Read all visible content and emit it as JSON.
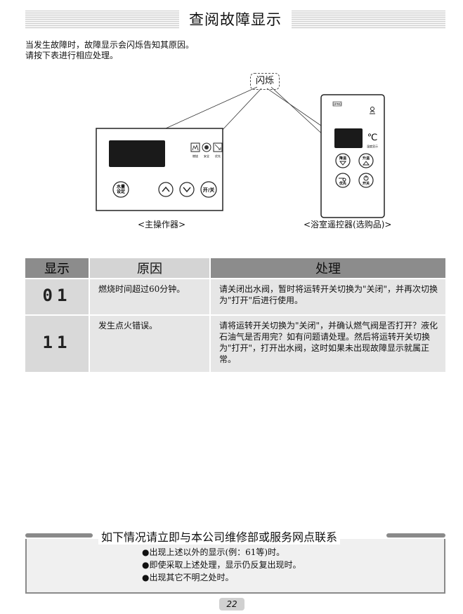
{
  "header": {
    "title": "查阅故障显示"
  },
  "intro": {
    "line1": "当发生故障时，故障显示会闪烁告知其原因。",
    "line2": "请按下表进行相应处理。"
  },
  "diagram": {
    "flash_label": "闪烁",
    "main_caption": "<主操作器>",
    "remote_caption": "<浴室遥控器(选购品)>",
    "main_panel": {
      "water_button": "水量\n设定",
      "power_button": "开/关",
      "indicators": [
        "燃烧",
        "安全",
        "优先"
      ]
    },
    "remote": {
      "top_tag": "OPMO",
      "unit": "℃",
      "small_label": "温度显示",
      "lower_button": "降温",
      "raise_button": "升温",
      "priority_button": "优先",
      "power_button": "开关"
    }
  },
  "table": {
    "headers": [
      "显示",
      "原因",
      "处理"
    ],
    "rows": [
      {
        "code": "01",
        "reason": "燃烧时间超过60分钟。",
        "action": "请关闭出水阀，暂时将运转开关切换为\"关闭\"，并再次切换为\"打开\"后进行使用。"
      },
      {
        "code": "11",
        "reason": "发生点火错误。",
        "action": "请将运转开关切换为\"关闭\"，并确认燃气阀是否打开？液化石油气是否用完？如有问题请处理。然后将运转开关切换为\"打开\"，打开出水阀，这时如果未出现故障显示就属正常。"
      }
    ]
  },
  "contact": {
    "heading": "如下情况请立即与本公司维修部或服务网点联系",
    "items": [
      "●出现上述以外的显示(例：61等)时。",
      "●即使采取上述处理，显示仍反复出现时。",
      "●出现其它不明之处时。"
    ]
  },
  "page_number": "22"
}
